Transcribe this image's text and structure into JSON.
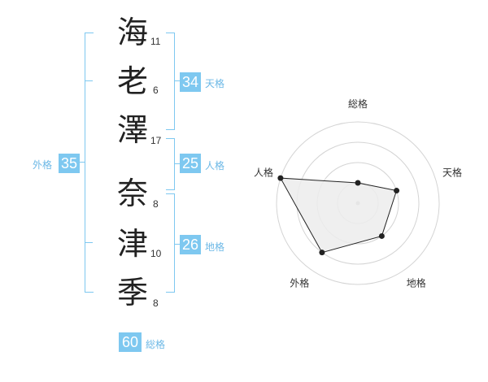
{
  "name": {
    "characters": [
      {
        "char": "海",
        "strokes": "11"
      },
      {
        "char": "老",
        "strokes": "6"
      },
      {
        "char": "澤",
        "strokes": "17"
      },
      {
        "char": "奈",
        "strokes": "8"
      },
      {
        "char": "津",
        "strokes": "10"
      },
      {
        "char": "季",
        "strokes": "8"
      }
    ]
  },
  "fortune": {
    "tenkaku": {
      "value": "34",
      "label": "天格"
    },
    "jinkaku": {
      "value": "25",
      "label": "人格"
    },
    "chikaku": {
      "value": "26",
      "label": "地格"
    },
    "gaikaku": {
      "value": "35",
      "label": "外格"
    },
    "soukaku": {
      "value": "60",
      "label": "総格"
    }
  },
  "colors": {
    "accent": "#7ec8f0"
  },
  "chart_data": {
    "type": "radar",
    "axes": [
      "総格",
      "天格",
      "地格",
      "外格",
      "人格"
    ],
    "levels": 4,
    "max": 4,
    "values": [
      1,
      2,
      2,
      3,
      4
    ]
  }
}
